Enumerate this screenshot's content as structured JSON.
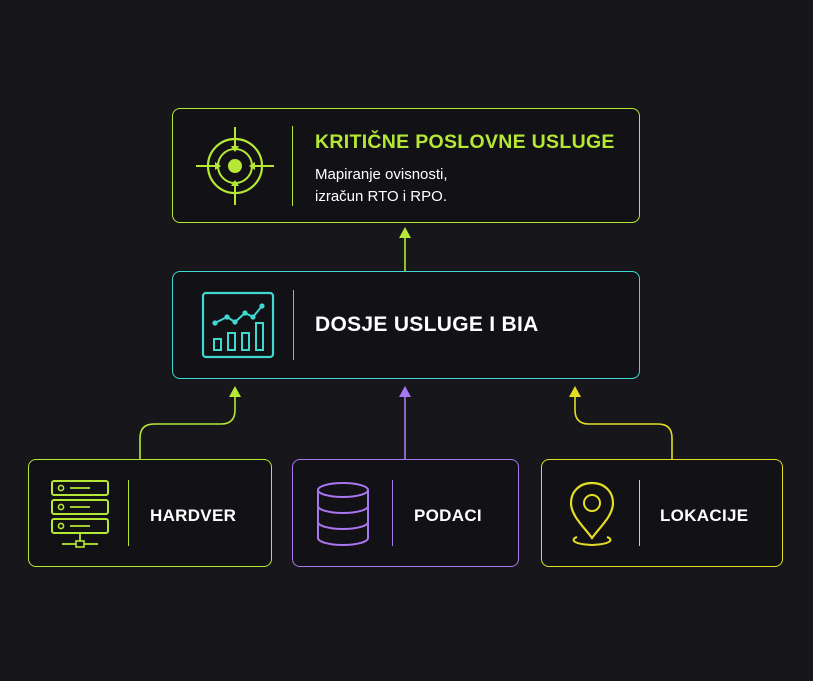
{
  "colors": {
    "background": "#16161b",
    "lime": "#b5e835",
    "teal": "#3fd9d2",
    "purple": "#a877f0",
    "yellow": "#e4dd26"
  },
  "top_box": {
    "icon": "target-icon",
    "title": "KRITIČNE POSLOVNE USLUGE",
    "description": "Mapiranje ovisnosti,\nizračun RTO i RPO."
  },
  "middle_box": {
    "icon": "chart-analytics-icon",
    "title": "DOSJE USLUGE I BIA"
  },
  "bottom_boxes": [
    {
      "icon": "server-icon",
      "title": "HARDVER"
    },
    {
      "icon": "database-icon",
      "title": "PODACI"
    },
    {
      "icon": "location-pin-icon",
      "title": "LOKACIJE"
    }
  ]
}
